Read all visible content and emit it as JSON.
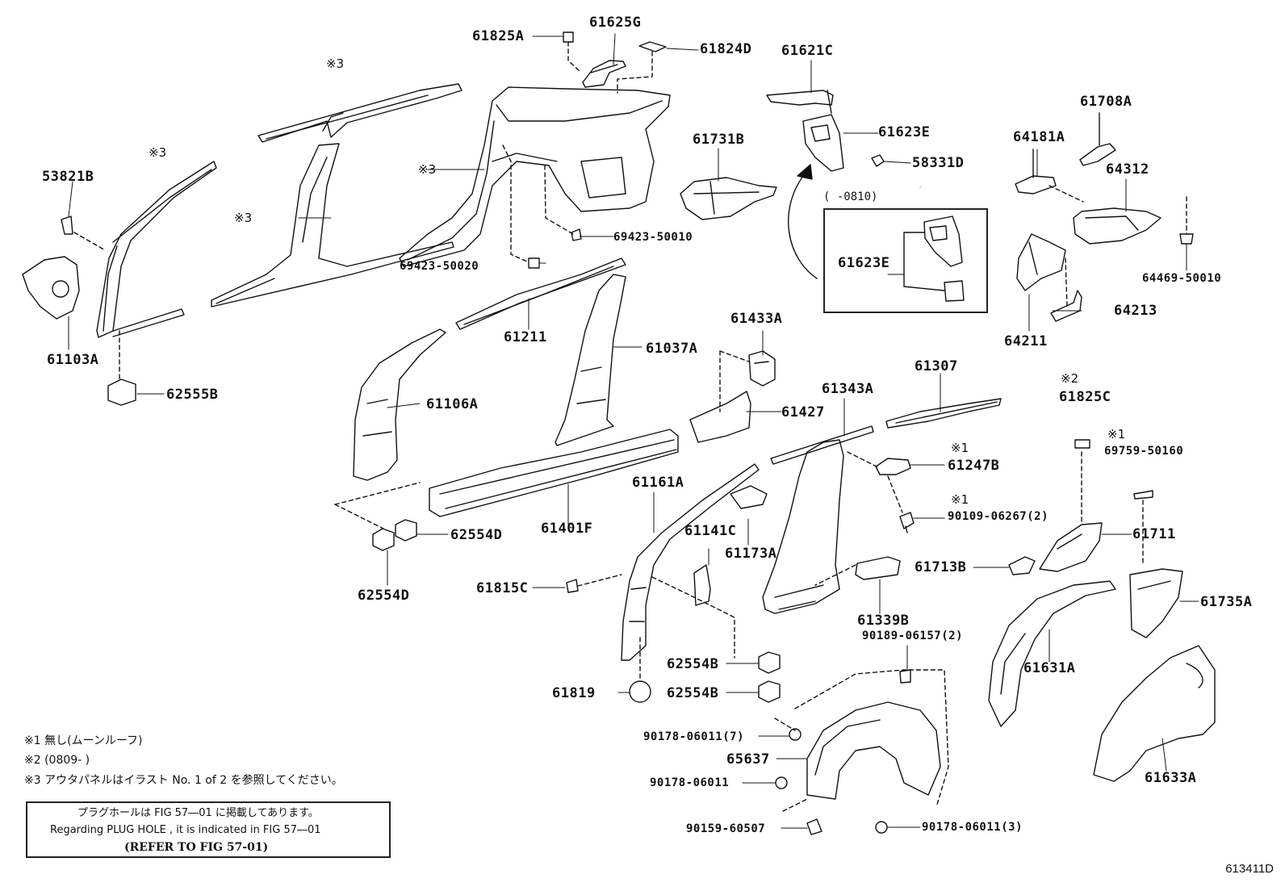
{
  "parts": [
    {
      "id": "61825A"
    },
    {
      "id": "61625G"
    },
    {
      "id": "61824D"
    },
    {
      "id": "61621C"
    },
    {
      "id": "61623E"
    },
    {
      "id": "58331D"
    },
    {
      "id": "61731B"
    },
    {
      "id": "61708A"
    },
    {
      "id": "64181A"
    },
    {
      "id": "64312"
    },
    {
      "id": "53821B"
    },
    {
      "id": "61103A"
    },
    {
      "id": "62555B"
    },
    {
      "id": "69423-50010"
    },
    {
      "id": "69423-50020"
    },
    {
      "id": "61211"
    },
    {
      "id": "61037A"
    },
    {
      "id": "61106A"
    },
    {
      "id": "61433A"
    },
    {
      "id": "61427"
    },
    {
      "id": "61343A"
    },
    {
      "id": "61307"
    },
    {
      "id": "61825C"
    },
    {
      "id": "69759-50160"
    },
    {
      "id": "64469-50010"
    },
    {
      "id": "64213"
    },
    {
      "id": "64211"
    },
    {
      "id": "61247B"
    },
    {
      "id": "90109-06267(2)"
    },
    {
      "id": "61711"
    },
    {
      "id": "61401F"
    },
    {
      "id": "62554D"
    },
    {
      "id": "61161A"
    },
    {
      "id": "61141C"
    },
    {
      "id": "61173A"
    },
    {
      "id": "61713B"
    },
    {
      "id": "61815C"
    },
    {
      "id": "61339B"
    },
    {
      "id": "61735A"
    },
    {
      "id": "61631A"
    },
    {
      "id": "90189-06157(2)"
    },
    {
      "id": "62554B"
    },
    {
      "id": "61819"
    },
    {
      "id": "90178-06011(7)"
    },
    {
      "id": "65637"
    },
    {
      "id": "90178-06011"
    },
    {
      "id": "61633A"
    },
    {
      "id": "90159-60507"
    },
    {
      "id": "90178-06011(3)"
    }
  ],
  "marks": {
    "m1": "※1",
    "m2": "※2",
    "m3": "※3"
  },
  "inset_caption": "(    -0810)",
  "notes": [
    "※1 無し(ムーンルーフ)",
    "※2 (0809-      )",
    "※3 アウタパネルはイラスト No. 1 of 2 を参照してください。"
  ],
  "plug_box": {
    "line1": "プラグホールは FIG 57―01 に掲載してあります。",
    "line2": "Regarding  PLUG  HOLE , it is indicated in FIG  57―01",
    "line3": "(REFER TO FIG 57-01)"
  },
  "figure_id": "613411D"
}
